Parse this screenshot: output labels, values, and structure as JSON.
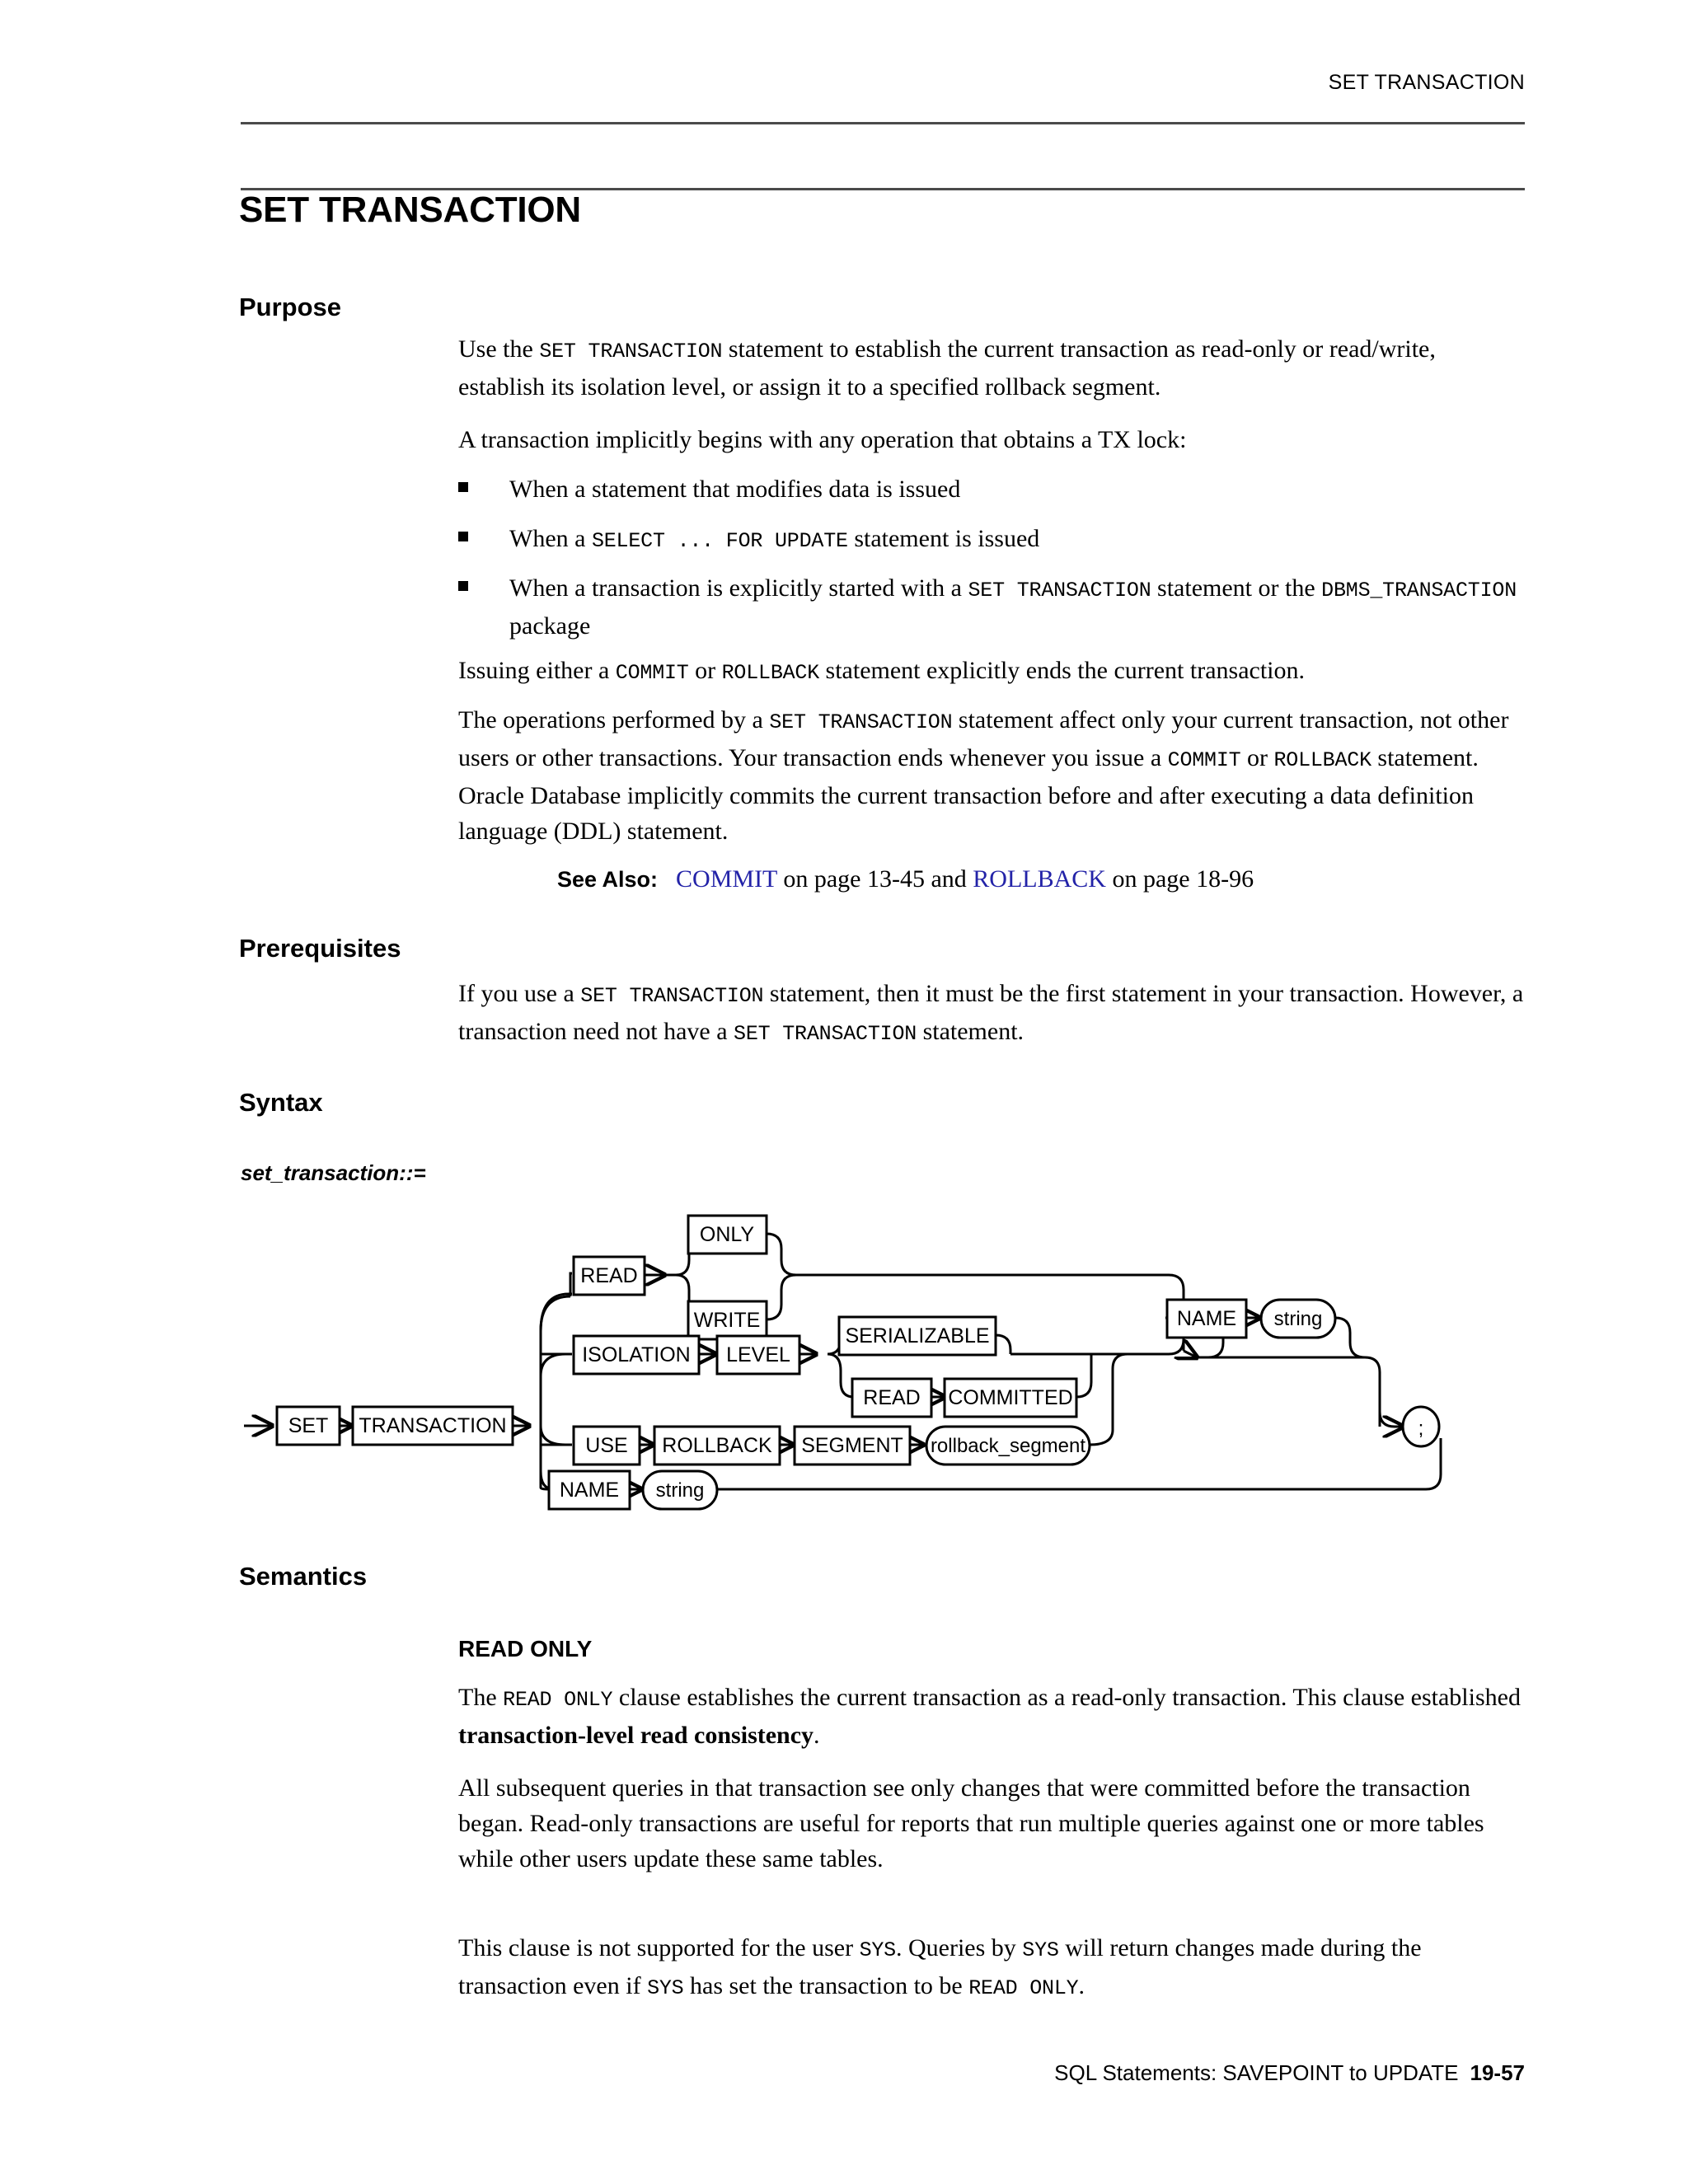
{
  "header": {
    "running_head": "SET TRANSACTION"
  },
  "title": "SET TRANSACTION",
  "sections": {
    "purpose": {
      "heading": "Purpose",
      "para1_a": "Use the ",
      "para1_code1": "SET TRANSACTION",
      "para1_b": " statement to establish the current transaction as read-only or read/write, establish its isolation level, or assign it to a specified rollback segment.",
      "para2": "A transaction implicitly begins with any operation that obtains a TX lock:",
      "bullets": [
        {
          "a": "When a statement that modifies data is issued"
        },
        {
          "a": "When a ",
          "code1": "SELECT ... FOR UPDATE",
          "b": " statement is issued"
        },
        {
          "a": "When a transaction is explicitly started with a ",
          "code1": "SET TRANSACTION",
          "b": " statement or the ",
          "code2": "DBMS_TRANSACTION",
          "c": " package"
        }
      ],
      "para3_a": "Issuing either a ",
      "para3_code1": "COMMIT",
      "para3_b": " or ",
      "para3_code2": "ROLLBACK",
      "para3_c": " statement explicitly ends the current transaction.",
      "para4_a": "The operations performed by a ",
      "para4_code1": "SET TRANSACTION",
      "para4_b": " statement affect only your current transaction, not other users or other transactions. Your transaction ends whenever you issue a ",
      "para4_code2": "COMMIT",
      "para4_c": " or ",
      "para4_code3": "ROLLBACK",
      "para4_d": " statement. Oracle Database implicitly commits the current transaction before and after executing a data definition language (DDL) statement.",
      "see_also": {
        "label": "See Also:",
        "link1": "COMMIT",
        "mid1": " on page 13-45 and ",
        "link2": "ROLLBACK",
        "mid2": " on page 18-96"
      }
    },
    "prerequisites": {
      "heading": "Prerequisites",
      "para_a": "If you use a ",
      "para_code1": "SET TRANSACTION",
      "para_b": " statement, then it must be the first statement in your transaction. However, a transaction need not have a ",
      "para_code2": "SET TRANSACTION",
      "para_c": " statement."
    },
    "syntax": {
      "heading": "Syntax",
      "diagram_label": "set_transaction::="
    },
    "semantics": {
      "heading": "Semantics",
      "subheading": "READ ONLY",
      "para1_a": "The ",
      "para1_code1": "READ ONLY",
      "para1_b": " clause establishes the current transaction as a read-only transaction. This clause established ",
      "para1_bold": "transaction-level read consistency",
      "para1_c": ".",
      "para2": "All subsequent queries in that transaction see only changes that were committed before the transaction began. Read-only transactions are useful for reports that run multiple queries against one or more tables while other users update these same tables.",
      "para3_a": "This clause is not supported for the user ",
      "para3_code1": "SYS",
      "para3_b": ". Queries by ",
      "para3_code2": "SYS",
      "para3_c": " will return changes made during the transaction even if ",
      "para3_code3": "SYS",
      "para3_d": " has set the transaction to be ",
      "para3_code4": "READ ONLY",
      "para3_e": "."
    }
  },
  "diagram": {
    "nodes": {
      "set": "SET",
      "transaction": "TRANSACTION",
      "read": "READ",
      "only": "ONLY",
      "write": "WRITE",
      "isolation": "ISOLATION",
      "level": "LEVEL",
      "serializable": "SERIALIZABLE",
      "read2": "READ",
      "committed": "COMMITTED",
      "use": "USE",
      "rollback": "ROLLBACK",
      "segment": "SEGMENT",
      "rollback_segment": "rollback_segment",
      "name_bottom": "NAME",
      "string_bottom": "string",
      "name_tail": "NAME",
      "string_tail": "string",
      "semicolon": ";"
    }
  },
  "footer": {
    "text": "SQL Statements: SAVEPOINT to UPDATE",
    "page": "19-57"
  },
  "colors": {
    "link": "#2323A8",
    "rule": "#4a4a4a",
    "ink": "#000000"
  }
}
